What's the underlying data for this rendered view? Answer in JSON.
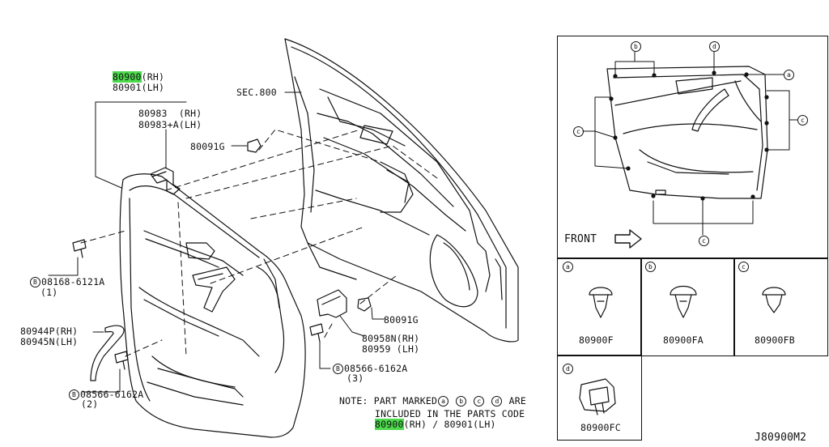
{
  "diagram_id": "J80900M2",
  "sec_ref": "SEC.800",
  "front_label": "FRONT",
  "parts": {
    "trim_rh_code": "80900",
    "trim_rh_suffix": "(RH)",
    "trim_lh": "80901(LH)",
    "handle_rh": "80983  (RH)",
    "handle_lh": "80983+A(LH)",
    "clip_g_top": "80091G",
    "clip_g_mid": "80091G",
    "bolt_a": "08168-6121A",
    "bolt_a_qty": "(1)",
    "pull_rh": "80944P(RH)",
    "pull_lh": "80945N(LH)",
    "bolt_b1": "08566-6162A",
    "bolt_b1_qty": "(2)",
    "bracket_rh": "80958N(RH)",
    "bracket_lh": "80959 (LH)",
    "bolt_b2": "08566-6162A",
    "bolt_b2_qty": "(3)",
    "bolt_prefix": "B"
  },
  "note": {
    "line1_prefix": "NOTE: PART MARKED",
    "marks": [
      "a",
      "b",
      "c",
      "d"
    ],
    "line1_suffix": "ARE",
    "line2": "INCLUDED IN THE PARTS CODE",
    "line3_code": "80900",
    "line3_rest": "(RH) / 80901(LH)"
  },
  "clips": [
    {
      "mark": "a",
      "code": "80900F"
    },
    {
      "mark": "b",
      "code": "80900FA"
    },
    {
      "mark": "c",
      "code": "80900FB"
    },
    {
      "mark": "d",
      "code": "80900FC"
    }
  ],
  "inset_marks": {
    "b": "b",
    "d": "d",
    "a": "a",
    "c_left": "c",
    "c_right": "c",
    "c_bottom": "c"
  }
}
